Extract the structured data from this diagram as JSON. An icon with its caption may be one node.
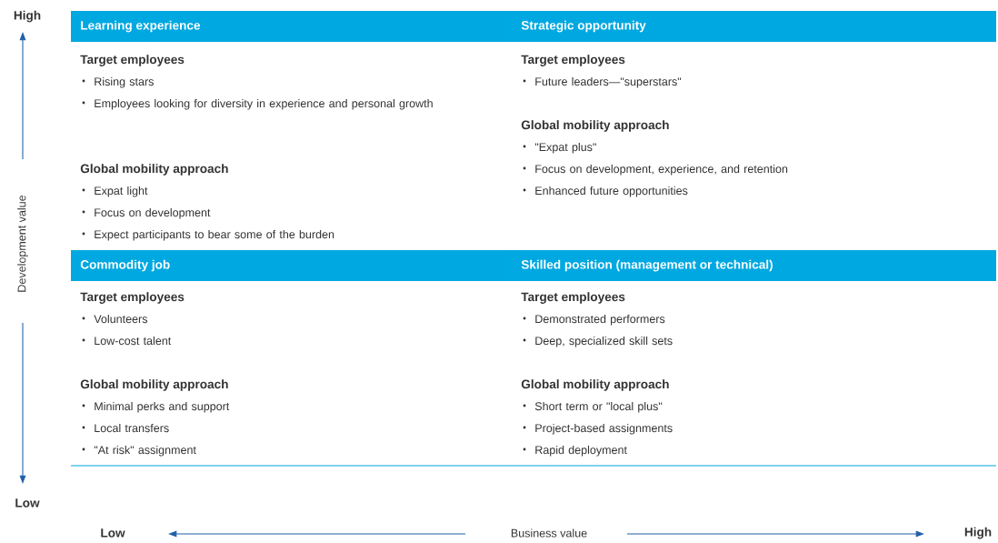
{
  "diagram": {
    "nodes": [
      {
        "text": [
          "Learning experience",
          "Target employees",
          "Rising stars",
          "Employees looking for diversity in experience and personal growth",
          "Global mobility approach",
          "Expat light",
          "Focus on development",
          "Expect participants to bear some of the burden"
        ]
      },
      {
        "text": [
          "Strategic opportunity",
          "Target employees",
          "Future leaders—\"superstars\"",
          "Global mobility approach",
          "\"Expat plus\"",
          "Focus on development, experience, and retention",
          "Enhanced future opportunities"
        ]
      },
      {
        "text": [
          "Commodity job",
          "Target employees",
          "Volunteers",
          "Low-cost talent",
          "Global mobility approach",
          "Minimal perks and support",
          "Local transfers",
          "\"At risk\" assignment"
        ]
      },
      {
        "text": [
          "Skilled position (management or technical)",
          "Target employees",
          "Demonstrated performers",
          "Deep, specialized skill sets",
          "Global mobility approach",
          "Short term or \"local plus\"",
          "Project-based assignments",
          "Rapid deployment"
        ]
      }
    ],
    "labels": [
      "High",
      "Development value",
      "Low",
      "Low",
      "Business value",
      "High"
    ]
  }
}
